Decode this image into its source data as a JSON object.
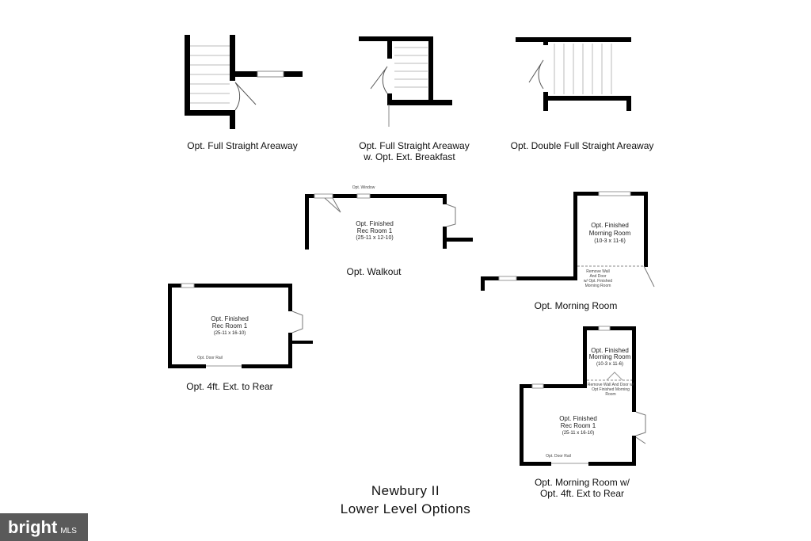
{
  "captions": {
    "full_straight": "Opt. Full Straight Areaway",
    "full_straight_ext_line1": "Opt. Full Straight Areaway",
    "full_straight_ext_line2": "w. Opt. Ext. Breakfast",
    "double_full_straight": "Opt. Double Full Straight Areaway",
    "walkout": "Opt. Walkout",
    "morning_room": "Opt. Morning Room",
    "ext_rear": "Opt. 4ft. Ext. to Rear",
    "morning_room_ext_line1": "Opt. Morning Room w/",
    "morning_room_ext_line2": "Opt. 4ft. Ext to Rear"
  },
  "rooms": {
    "walkout_rec": {
      "line1": "Opt. Finished",
      "line2": "Rec Room 1",
      "dims": "(25-11 x 12-10)"
    },
    "morning": {
      "line1": "Opt. Finished",
      "line2": "Morning Room",
      "dims": "(10-3 x 11-6)"
    },
    "ext_rec": {
      "line1": "Opt. Finished",
      "line2": "Rec Room 1",
      "dims": "(25-11 x 16-10)"
    },
    "combo_morning": {
      "line1": "Opt. Finished",
      "line2": "Morning Room",
      "dims": "(10-3 x 11-6)"
    },
    "combo_rec": {
      "line1": "Opt. Finished",
      "line2": "Rec Room 1",
      "dims": "(25-11 x 16-10)"
    }
  },
  "notes": {
    "window": "Opt. Window",
    "remove_wall_1": "Remove Wall",
    "remove_wall_2": "And Door",
    "remove_wall_3": "w/ Opt. Finished",
    "remove_wall_4": "Morning Room",
    "combo_remove": "Remove Wall And Door w/ Opt Finished Morning Room",
    "ext_door": "Opt. Door Rail",
    "combo_door": "Opt. Door Rail"
  },
  "heading": {
    "line1": "Newbury II",
    "line2": "Lower Level Options"
  },
  "logo": {
    "brand": "bright",
    "suffix": "MLS"
  },
  "colors": {
    "wall": "#000000",
    "window": "#9a9a9a",
    "logo_bg": "#5a5a5a"
  }
}
